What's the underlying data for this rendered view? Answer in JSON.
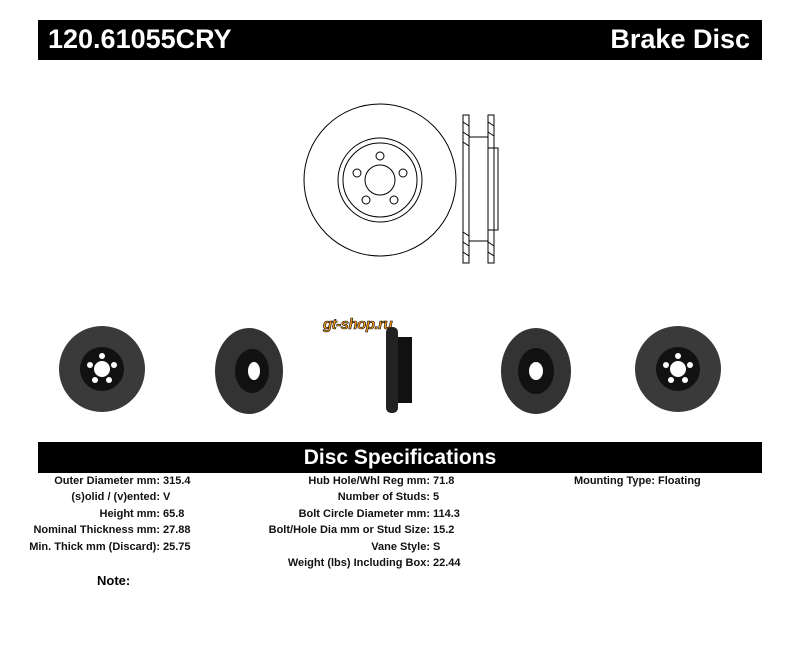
{
  "header": {
    "part_number": "120.61055CRY",
    "product_type": "Brake Disc"
  },
  "logo_text": "gt-shop.ru",
  "specs_title": "Disc Specifications",
  "specs": {
    "col1": [
      {
        "label": "Outer Diameter mm:",
        "value": "315.4"
      },
      {
        "label": "(s)olid / (v)ented:",
        "value": "V"
      },
      {
        "label": "Height mm:",
        "value": "65.8"
      },
      {
        "label": "Nominal Thickness mm:",
        "value": "27.88"
      },
      {
        "label": "Min. Thick mm (Discard):",
        "value": "25.75"
      }
    ],
    "col2": [
      {
        "label": "Hub Hole/Whl Reg mm:",
        "value": "71.8"
      },
      {
        "label": "Number of Studs:",
        "value": "5"
      },
      {
        "label": "Bolt Circle Diameter mm:",
        "value": "114.3"
      },
      {
        "label": "Bolt/Hole Dia mm or Stud Size:",
        "value": "15.2"
      },
      {
        "label": "Vane Style:",
        "value": "S"
      },
      {
        "label": "Weight (lbs) Including Box:",
        "value": "22.44"
      }
    ],
    "col3": [
      {
        "label": "Mounting Type:",
        "value": "Floating"
      }
    ]
  },
  "note_label": "Note:"
}
